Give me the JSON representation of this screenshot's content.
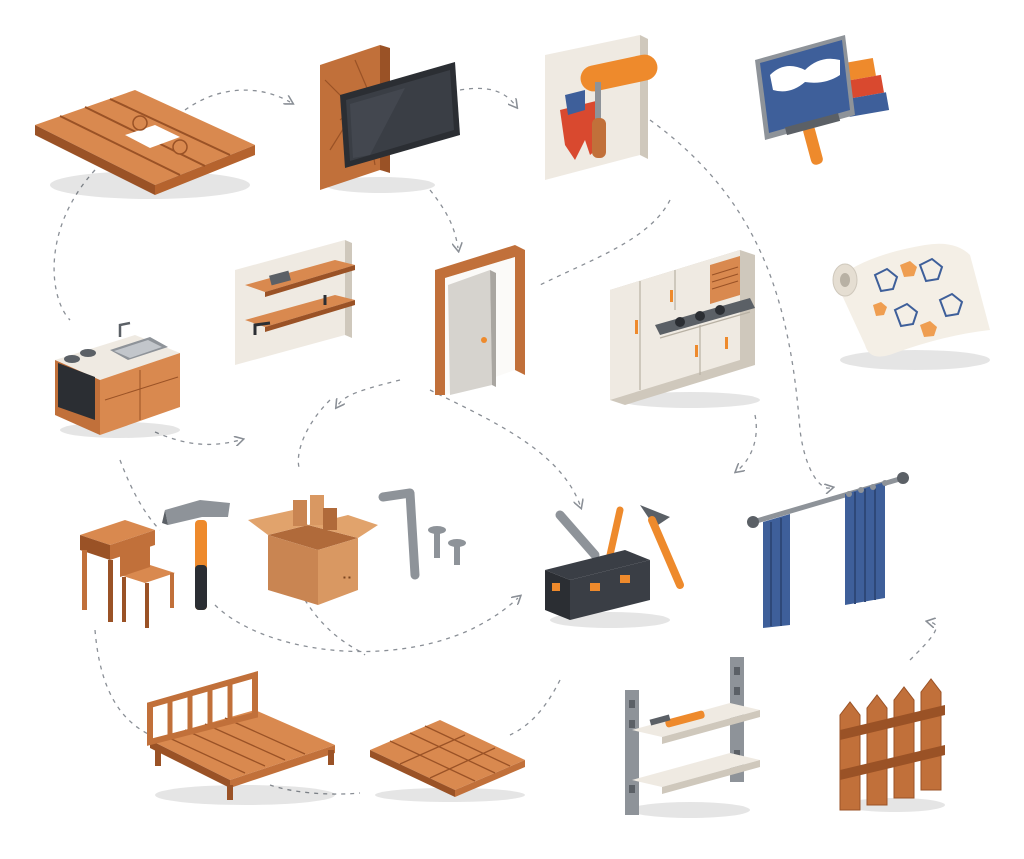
{
  "scene": "isometric-home-renovation-icons",
  "colors": {
    "wood_light": "#d9894f",
    "wood_mid": "#c1703a",
    "wood_dark": "#9a5226",
    "steel": "#8e9399",
    "steel_dark": "#5b6066",
    "cream": "#efeae2",
    "orange": "#ee8a2c",
    "blue": "#3e5f9a",
    "red": "#d9492f",
    "black": "#2b2e33",
    "connector": "#8a8f96"
  },
  "items": [
    {
      "id": "wood-puzzle-flooring",
      "icon": "wood-floor-tiles-icon"
    },
    {
      "id": "tv-wall-panel",
      "icon": "tv-wall-mount-icon"
    },
    {
      "id": "paint-roller-wall",
      "icon": "paint-roller-icon"
    },
    {
      "id": "color-palette-board",
      "icon": "paint-palette-icon"
    },
    {
      "id": "wall-shelves",
      "icon": "wall-shelf-icon"
    },
    {
      "id": "open-door",
      "icon": "door-icon"
    },
    {
      "id": "kitchen-cabinets",
      "icon": "kitchen-cabinets-icon"
    },
    {
      "id": "wallpaper-roll",
      "icon": "wallpaper-roll-icon"
    },
    {
      "id": "kitchen-sink-stove",
      "icon": "kitchen-sink-icon"
    },
    {
      "id": "chair-and-desk",
      "icon": "chair-desk-icon"
    },
    {
      "id": "hammer",
      "icon": "hammer-icon"
    },
    {
      "id": "cardboard-box",
      "icon": "moving-box-icon"
    },
    {
      "id": "allen-key-screws",
      "icon": "hex-key-screws-icon"
    },
    {
      "id": "toolbox",
      "icon": "toolbox-icon"
    },
    {
      "id": "curtains-rod",
      "icon": "curtains-icon"
    },
    {
      "id": "wooden-bed-frame",
      "icon": "bed-frame-icon"
    },
    {
      "id": "parquet-tiles",
      "icon": "parquet-tile-icon"
    },
    {
      "id": "metal-shelving",
      "icon": "metal-shelving-icon"
    },
    {
      "id": "picket-fence",
      "icon": "wooden-fence-icon"
    }
  ]
}
